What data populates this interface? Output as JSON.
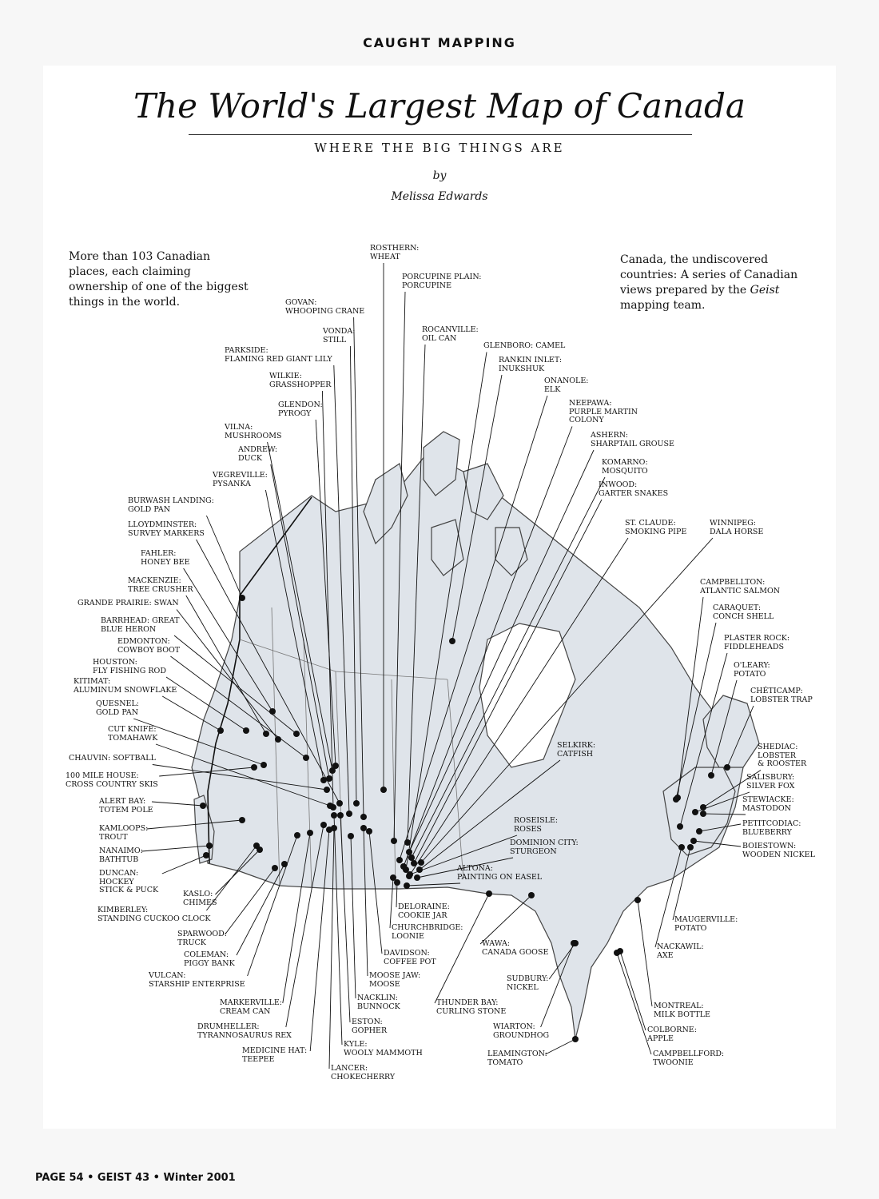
{
  "section_title": "CAUGHT MAPPING",
  "title": "The World's Largest Map of Canada",
  "subtitle": "WHERE THE BIG THINGS ARE",
  "byline": "by",
  "author": "Melissa Edwards",
  "intro_left": "More than 103 Canadian places, each claiming ownership of one of the biggest things in the world.",
  "intro_right_pre": "Canada, the undiscovered countries: A series of Canadian views prepared by the ",
  "intro_right_em": "Geist",
  "intro_right_post": " mapping team.",
  "footer": "PAGE 54 • GEIST 43 • Winter 2001",
  "colors": {
    "land": "#dfe4ea",
    "ink": "#111111"
  },
  "labels": [
    {
      "id": "rosthern",
      "lines": [
        "ROSTHERN:",
        "WHEAT"
      ]
    },
    {
      "id": "porcupine-plain",
      "lines": [
        "PORCUPINE PLAIN:",
        "PORCUPINE"
      ]
    },
    {
      "id": "govan",
      "lines": [
        "GOVAN:",
        "WHOOPING CRANE"
      ]
    },
    {
      "id": "vonda",
      "lines": [
        "VONDA:",
        "STILL"
      ]
    },
    {
      "id": "rocanville",
      "lines": [
        "ROCANVILLE:",
        "OIL CAN"
      ]
    },
    {
      "id": "glenboro",
      "lines": [
        "GLENBORO: CAMEL"
      ]
    },
    {
      "id": "parkside",
      "lines": [
        "PARKSIDE:",
        "FLAMING RED GIANT LILY"
      ]
    },
    {
      "id": "rankin-inlet",
      "lines": [
        "RANKIN INLET:",
        "INUKSHUK"
      ]
    },
    {
      "id": "wilkie",
      "lines": [
        "WILKIE:",
        "GRASSHOPPER"
      ]
    },
    {
      "id": "onanole",
      "lines": [
        "ONANOLE:",
        "ELK"
      ]
    },
    {
      "id": "glendon",
      "lines": [
        "GLENDON:",
        "PYROGY"
      ]
    },
    {
      "id": "neepawa",
      "lines": [
        "NEEPAWA:",
        "PURPLE MARTIN",
        "COLONY"
      ]
    },
    {
      "id": "vilna",
      "lines": [
        "VILNA:",
        "MUSHROOMS"
      ]
    },
    {
      "id": "ashern",
      "lines": [
        "ASHERN:",
        "SHARPTAIL GROUSE"
      ]
    },
    {
      "id": "andrew",
      "lines": [
        "ANDREW:",
        "DUCK"
      ]
    },
    {
      "id": "komarno",
      "lines": [
        "KOMARNO:",
        "MOSQUITO"
      ]
    },
    {
      "id": "vegreville",
      "lines": [
        "VEGREVILLE:",
        "PYSANKA"
      ]
    },
    {
      "id": "inwood",
      "lines": [
        "INWOOD:",
        "GARTER SNAKES"
      ]
    },
    {
      "id": "burwash",
      "lines": [
        "BURWASH LANDING:",
        "GOLD PAN"
      ]
    },
    {
      "id": "st-claude",
      "lines": [
        "ST. CLAUDE:",
        "SMOKING PIPE"
      ]
    },
    {
      "id": "winnipeg",
      "lines": [
        "WINNIPEG:",
        "DALA HORSE"
      ]
    },
    {
      "id": "lloydminster",
      "lines": [
        "LLOYDMINSTER:",
        "SURVEY MARKERS"
      ]
    },
    {
      "id": "fahler",
      "lines": [
        "FAHLER:",
        "HONEY BEE"
      ]
    },
    {
      "id": "campbellton",
      "lines": [
        "CAMPBELLTON:",
        "ATLANTIC SALMON"
      ]
    },
    {
      "id": "mackenzie",
      "lines": [
        "MACKENZIE:",
        "TREE CRUSHER"
      ]
    },
    {
      "id": "grande-prairie",
      "lines": [
        "GRANDE PRAIRIE: SWAN"
      ]
    },
    {
      "id": "caraquet",
      "lines": [
        "CARAQUET:",
        "CONCH SHELL"
      ]
    },
    {
      "id": "barrhead",
      "lines": [
        "BARRHEAD: GREAT",
        "BLUE HERON"
      ]
    },
    {
      "id": "edmonton",
      "lines": [
        "EDMONTON:",
        "COWBOY BOOT"
      ]
    },
    {
      "id": "plaster-rock",
      "lines": [
        "PLASTER ROCK:",
        "FIDDLEHEADS"
      ]
    },
    {
      "id": "houston",
      "lines": [
        "HOUSTON:",
        "FLY FISHING ROD"
      ]
    },
    {
      "id": "oleary",
      "lines": [
        "O'LEARY:",
        "POTATO"
      ]
    },
    {
      "id": "kitimat",
      "lines": [
        "KITIMAT:",
        "ALUMINUM SNOWFLAKE"
      ]
    },
    {
      "id": "cheticamp",
      "lines": [
        "CHÉTICAMP:",
        "LOBSTER TRAP"
      ]
    },
    {
      "id": "quesnel",
      "lines": [
        "QUESNEL:",
        "GOLD PAN"
      ]
    },
    {
      "id": "cut-knife",
      "lines": [
        "CUT KNIFE:",
        "TOMAHAWK"
      ]
    },
    {
      "id": "selkirk",
      "lines": [
        "SELKIRK:",
        "CATFISH"
      ]
    },
    {
      "id": "shediac",
      "lines": [
        "SHEDIAC:",
        "LOBSTER",
        "& ROOSTER"
      ]
    },
    {
      "id": "chauvin",
      "lines": [
        "CHAUVIN: SOFTBALL"
      ]
    },
    {
      "id": "100-mile",
      "lines": [
        "100 MILE HOUSE:",
        "CROSS COUNTRY SKIS"
      ]
    },
    {
      "id": "salisbury",
      "lines": [
        "SALISBURY:",
        "SILVER FOX"
      ]
    },
    {
      "id": "alert-bay",
      "lines": [
        "ALERT BAY:",
        "TOTEM POLE"
      ]
    },
    {
      "id": "stewiacke",
      "lines": [
        "STEWIACKE:",
        "MASTODON"
      ]
    },
    {
      "id": "roseisle",
      "lines": [
        "ROSEISLE:",
        "ROSES"
      ]
    },
    {
      "id": "kamloops",
      "lines": [
        "KAMLOOPS:",
        "TROUT"
      ]
    },
    {
      "id": "petitcodiac",
      "lines": [
        "PETITCODIAC:",
        "BLUEBERRY"
      ]
    },
    {
      "id": "dominion-city",
      "lines": [
        "DOMINION CITY:",
        "STURGEON"
      ]
    },
    {
      "id": "nanaimo",
      "lines": [
        "NANAIMO:",
        "BATHTUB"
      ]
    },
    {
      "id": "boiestown",
      "lines": [
        "BOIESTOWN:",
        "WOODEN NICKEL"
      ]
    },
    {
      "id": "altona",
      "lines": [
        "ALTONA:",
        "PAINTING ON EASEL"
      ]
    },
    {
      "id": "duncan",
      "lines": [
        "DUNCAN:",
        "HOCKEY",
        "STICK & PUCK"
      ]
    },
    {
      "id": "kaslo",
      "lines": [
        "KASLO:",
        "CHIMES"
      ]
    },
    {
      "id": "deloraine",
      "lines": [
        "DELORAINE:",
        "COOKIE JAR"
      ]
    },
    {
      "id": "kimberley",
      "lines": [
        "KIMBERLEY:",
        "STANDING CUCKOO CLOCK"
      ]
    },
    {
      "id": "maugerville",
      "lines": [
        "MAUGERVILLE:",
        "POTATO"
      ]
    },
    {
      "id": "churchbridge",
      "lines": [
        "CHURCHBRIDGE:",
        "LOONIE"
      ]
    },
    {
      "id": "sparwood",
      "lines": [
        "SPARWOOD:",
        "TRUCK"
      ]
    },
    {
      "id": "wawa",
      "lines": [
        "WAWA:",
        "CANADA GOOSE"
      ]
    },
    {
      "id": "nackawil",
      "lines": [
        "NACKAWIL:",
        "AXE"
      ]
    },
    {
      "id": "coleman",
      "lines": [
        "COLEMAN:",
        "PIGGY BANK"
      ]
    },
    {
      "id": "davidson",
      "lines": [
        "DAVIDSON:",
        "COFFEE POT"
      ]
    },
    {
      "id": "vulcan",
      "lines": [
        "VULCAN:",
        "STARSHIP ENTERPRISE"
      ]
    },
    {
      "id": "moose-jaw",
      "lines": [
        "MOOSE JAW:",
        "MOOSE"
      ]
    },
    {
      "id": "sudbury",
      "lines": [
        "SUDBURY:",
        "NICKEL"
      ]
    },
    {
      "id": "nacklin",
      "lines": [
        "NACKLIN:",
        "BUNNOCK"
      ]
    },
    {
      "id": "markerville",
      "lines": [
        "MARKERVILLE:",
        "CREAM CAN"
      ]
    },
    {
      "id": "thunder-bay",
      "lines": [
        "THUNDER BAY:",
        "CURLING STONE"
      ]
    },
    {
      "id": "montreal",
      "lines": [
        "MONTREAL:",
        "MILK BOTTLE"
      ]
    },
    {
      "id": "eston",
      "lines": [
        "ESTON:",
        "GOPHER"
      ]
    },
    {
      "id": "drumheller",
      "lines": [
        "DRUMHELLER:",
        "TYRANNOSAURUS REX"
      ]
    },
    {
      "id": "wiarton",
      "lines": [
        "WIARTON:",
        "GROUNDHOG"
      ]
    },
    {
      "id": "colborne",
      "lines": [
        "COLBORNE:",
        "APPLE"
      ]
    },
    {
      "id": "kyle",
      "lines": [
        "KYLE:",
        "WOOLY MAMMOTH"
      ]
    },
    {
      "id": "medicine-hat",
      "lines": [
        "MEDICINE HAT:",
        "TEEPEE"
      ]
    },
    {
      "id": "leamington",
      "lines": [
        "LEAMINGTON:",
        "TOMATO"
      ]
    },
    {
      "id": "campbellford",
      "lines": [
        "CAMPBELLFORD:",
        "TWOONIE"
      ]
    },
    {
      "id": "lancer",
      "lines": [
        "LANCER:",
        "CHOKECHERRY"
      ]
    }
  ]
}
